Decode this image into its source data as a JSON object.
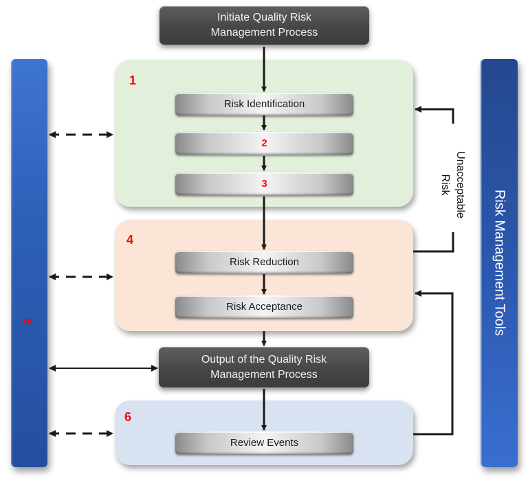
{
  "diagram": {
    "start": {
      "line1": "Initiate Quality Risk",
      "line2": "Management Process"
    },
    "stage1": {
      "number": "1",
      "steps": [
        {
          "label": "Risk Identification",
          "number": ""
        },
        {
          "label": "",
          "number": "2"
        },
        {
          "label": "",
          "number": "3"
        }
      ]
    },
    "stage4": {
      "number": "4",
      "steps": [
        {
          "label": "Risk Reduction"
        },
        {
          "label": "Risk Acceptance"
        }
      ]
    },
    "output": {
      "line1": "Output of the Quality Risk",
      "line2": "Management Process"
    },
    "stage6": {
      "number": "6",
      "steps": [
        {
          "label": "Review Events"
        }
      ]
    },
    "left_bar": {
      "number": "5"
    },
    "right_bar": {
      "label": "Risk Management Tools"
    },
    "feedback": {
      "line1": "Unacceptable",
      "line2": "Risk"
    },
    "colors": {
      "stage1_bg": "#e2efda",
      "stage4_bg": "#fbe5d6",
      "stage6_bg": "#d9e2f1",
      "bar_blue": "#2d5fb8",
      "number_red": "#ff0000",
      "dark_box": "#454545"
    }
  }
}
